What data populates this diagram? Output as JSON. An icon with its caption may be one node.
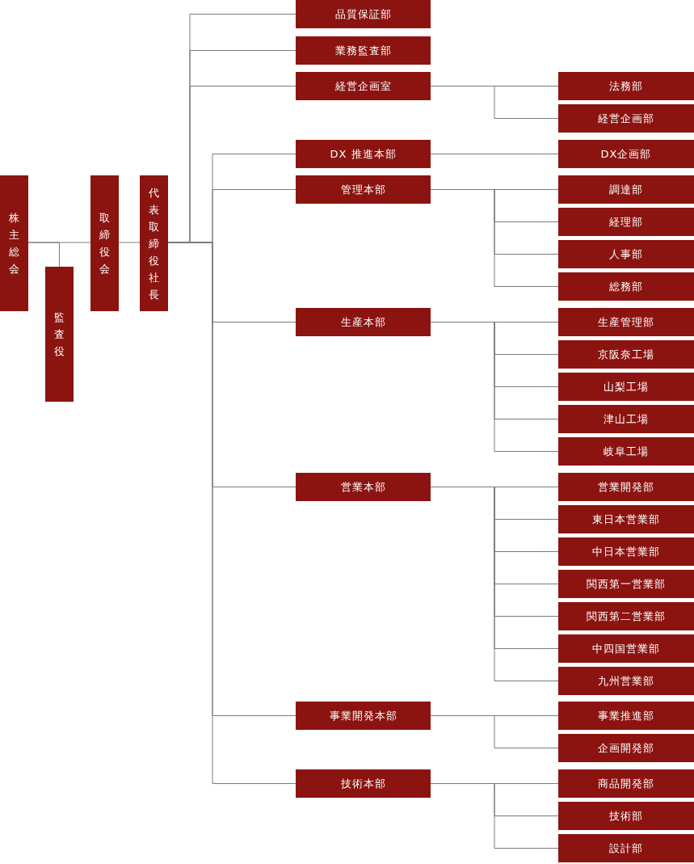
{
  "diagram": {
    "nodes": [
      {
        "text": [
          "株主総会"
        ]
      },
      {
        "text": [
          "監査役"
        ]
      },
      {
        "text": [
          "取締役会"
        ]
      },
      {
        "text": [
          "代表取締役社長"
        ]
      },
      {
        "text": [
          "品質保証部"
        ]
      },
      {
        "text": [
          "業務監査部"
        ]
      },
      {
        "text": [
          "経営企画室"
        ]
      },
      {
        "text": [
          "法務部"
        ]
      },
      {
        "text": [
          "経営企画部"
        ]
      },
      {
        "text": [
          "DX 推進本部"
        ]
      },
      {
        "text": [
          "DX企画部"
        ]
      },
      {
        "text": [
          "管理本部"
        ]
      },
      {
        "text": [
          "調達部"
        ]
      },
      {
        "text": [
          "経理部"
        ]
      },
      {
        "text": [
          "人事部"
        ]
      },
      {
        "text": [
          "総務部"
        ]
      },
      {
        "text": [
          "生産本部"
        ]
      },
      {
        "text": [
          "生産管理部"
        ]
      },
      {
        "text": [
          "京阪奈工場"
        ]
      },
      {
        "text": [
          "山梨工場"
        ]
      },
      {
        "text": [
          "津山工場"
        ]
      },
      {
        "text": [
          "岐阜工場"
        ]
      },
      {
        "text": [
          "営業本部"
        ]
      },
      {
        "text": [
          "営業開発部"
        ]
      },
      {
        "text": [
          "東日本営業部"
        ]
      },
      {
        "text": [
          "中日本営業部"
        ]
      },
      {
        "text": [
          "関西第一営業部"
        ]
      },
      {
        "text": [
          "関西第二営業部"
        ]
      },
      {
        "text": [
          "中四国営業部"
        ]
      },
      {
        "text": [
          "九州営業部"
        ]
      },
      {
        "text": [
          "事業開発本部"
        ]
      },
      {
        "text": [
          "事業推進部"
        ]
      },
      {
        "text": [
          "企画開発部"
        ]
      },
      {
        "text": [
          "技術本部"
        ]
      },
      {
        "text": [
          "商品開発部"
        ]
      },
      {
        "text": [
          "技術部"
        ]
      },
      {
        "text": [
          "設計部"
        ]
      }
    ],
    "edges": [
      {
        "from": 0,
        "to": 1,
        "arrow": "none"
      },
      {
        "from": 0,
        "to": 2,
        "arrow": "none"
      },
      {
        "from": 2,
        "to": 3,
        "arrow": "none"
      },
      {
        "from": 3,
        "to": 4,
        "arrow": "none"
      },
      {
        "from": 3,
        "to": 5,
        "arrow": "none"
      },
      {
        "from": 3,
        "to": 6,
        "arrow": "none"
      },
      {
        "from": 6,
        "to": 7,
        "arrow": "none"
      },
      {
        "from": 6,
        "to": 8,
        "arrow": "none"
      },
      {
        "from": 3,
        "to": 9,
        "arrow": "none"
      },
      {
        "from": 9,
        "to": 10,
        "arrow": "none"
      },
      {
        "from": 3,
        "to": 11,
        "arrow": "none"
      },
      {
        "from": 11,
        "to": 12,
        "arrow": "none"
      },
      {
        "from": 11,
        "to": 13,
        "arrow": "none"
      },
      {
        "from": 11,
        "to": 14,
        "arrow": "none"
      },
      {
        "from": 11,
        "to": 15,
        "arrow": "none"
      },
      {
        "from": 3,
        "to": 16,
        "arrow": "none"
      },
      {
        "from": 16,
        "to": 17,
        "arrow": "none"
      },
      {
        "from": 16,
        "to": 18,
        "arrow": "none"
      },
      {
        "from": 16,
        "to": 19,
        "arrow": "none"
      },
      {
        "from": 16,
        "to": 20,
        "arrow": "none"
      },
      {
        "from": 16,
        "to": 21,
        "arrow": "none"
      },
      {
        "from": 3,
        "to": 22,
        "arrow": "none"
      },
      {
        "from": 22,
        "to": 23,
        "arrow": "none"
      },
      {
        "from": 22,
        "to": 24,
        "arrow": "none"
      },
      {
        "from": 22,
        "to": 25,
        "arrow": "none"
      },
      {
        "from": 22,
        "to": 26,
        "arrow": "none"
      },
      {
        "from": 22,
        "to": 27,
        "arrow": "none"
      },
      {
        "from": 22,
        "to": 28,
        "arrow": "none"
      },
      {
        "from": 22,
        "to": 29,
        "arrow": "none"
      },
      {
        "from": 3,
        "to": 30,
        "arrow": "none"
      },
      {
        "from": 30,
        "to": 31,
        "arrow": "none"
      },
      {
        "from": 30,
        "to": 32,
        "arrow": "none"
      },
      {
        "from": 3,
        "to": 33,
        "arrow": "none"
      },
      {
        "from": 33,
        "to": 34,
        "arrow": "none"
      },
      {
        "from": 33,
        "to": 35,
        "arrow": "none"
      },
      {
        "from": 33,
        "to": 36,
        "arrow": "none"
      }
    ]
  }
}
